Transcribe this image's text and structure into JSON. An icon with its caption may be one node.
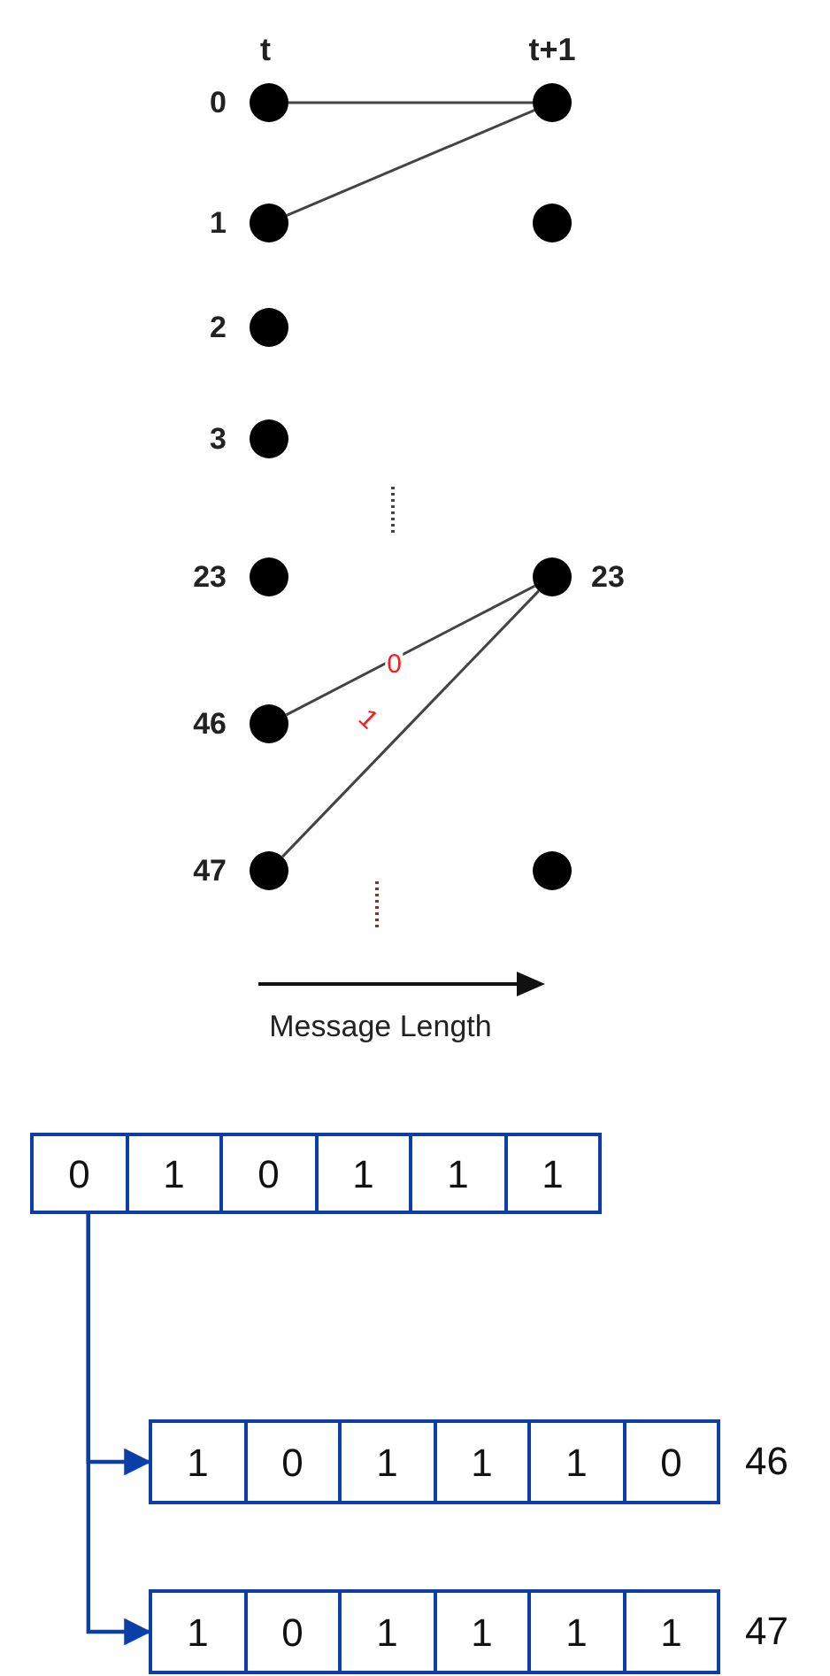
{
  "diagram": {
    "nodes": [
      {
        "text": [],
        "shape": "circle",
        "beside": [
          "0"
        ]
      },
      {
        "text": [],
        "shape": "circle",
        "beside": [
          "1"
        ]
      },
      {
        "text": [],
        "shape": "circle",
        "beside": [
          "2"
        ]
      },
      {
        "text": [],
        "shape": "circle",
        "beside": [
          "3"
        ]
      },
      {
        "text": [],
        "shape": "circle",
        "beside": [
          "23"
        ]
      },
      {
        "text": [],
        "shape": "circle",
        "beside": [
          "46"
        ]
      },
      {
        "text": [],
        "shape": "circle",
        "beside": [
          "47"
        ]
      },
      {
        "text": [],
        "shape": "circle"
      },
      {
        "text": [],
        "shape": "circle"
      },
      {
        "text": [],
        "shape": "circle",
        "beside": [
          "23"
        ]
      },
      {
        "text": [],
        "shape": "circle"
      },
      {
        "text": [],
        "shape": "box"
      },
      {
        "text": [
          "0"
        ],
        "in": 11
      },
      {
        "text": [
          "1"
        ],
        "in": 11
      },
      {
        "text": [
          "0"
        ],
        "in": 11
      },
      {
        "text": [
          "1"
        ],
        "in": 11
      },
      {
        "text": [
          "1"
        ],
        "in": 11
      },
      {
        "text": [
          "1"
        ],
        "in": 11
      },
      {
        "text": [],
        "shape": "box",
        "beside": [
          "46"
        ]
      },
      {
        "text": [
          "1"
        ],
        "in": 18
      },
      {
        "text": [
          "0"
        ],
        "in": 18
      },
      {
        "text": [
          "1"
        ],
        "in": 18
      },
      {
        "text": [
          "1"
        ],
        "in": 18
      },
      {
        "text": [
          "1"
        ],
        "in": 18
      },
      {
        "text": [
          "0"
        ],
        "in": 18
      },
      {
        "text": [],
        "shape": "box",
        "beside": [
          "47"
        ]
      },
      {
        "text": [
          "1"
        ],
        "in": 25
      },
      {
        "text": [
          "0"
        ],
        "in": 25
      },
      {
        "text": [
          "1"
        ],
        "in": 25
      },
      {
        "text": [
          "1"
        ],
        "in": 25
      },
      {
        "text": [
          "1"
        ],
        "in": 25
      },
      {
        "text": [
          "1"
        ],
        "in": 25
      }
    ],
    "edges": [
      {
        "from": 0,
        "to": 7,
        "arrow": "none"
      },
      {
        "from": 1,
        "to": 7,
        "arrow": "none"
      },
      {
        "from": 5,
        "to": 9,
        "arrow": "none",
        "label": "0"
      },
      {
        "from": 6,
        "to": 9,
        "arrow": "none",
        "label": "1"
      },
      {
        "from": 12,
        "to": 18,
        "arrow": "to",
        "color": "#0b3ea8"
      },
      {
        "from": 12,
        "to": 25,
        "arrow": "to",
        "color": "#0b3ea8"
      }
    ],
    "labels": [
      "t",
      "t+1",
      "Message Length"
    ]
  }
}
